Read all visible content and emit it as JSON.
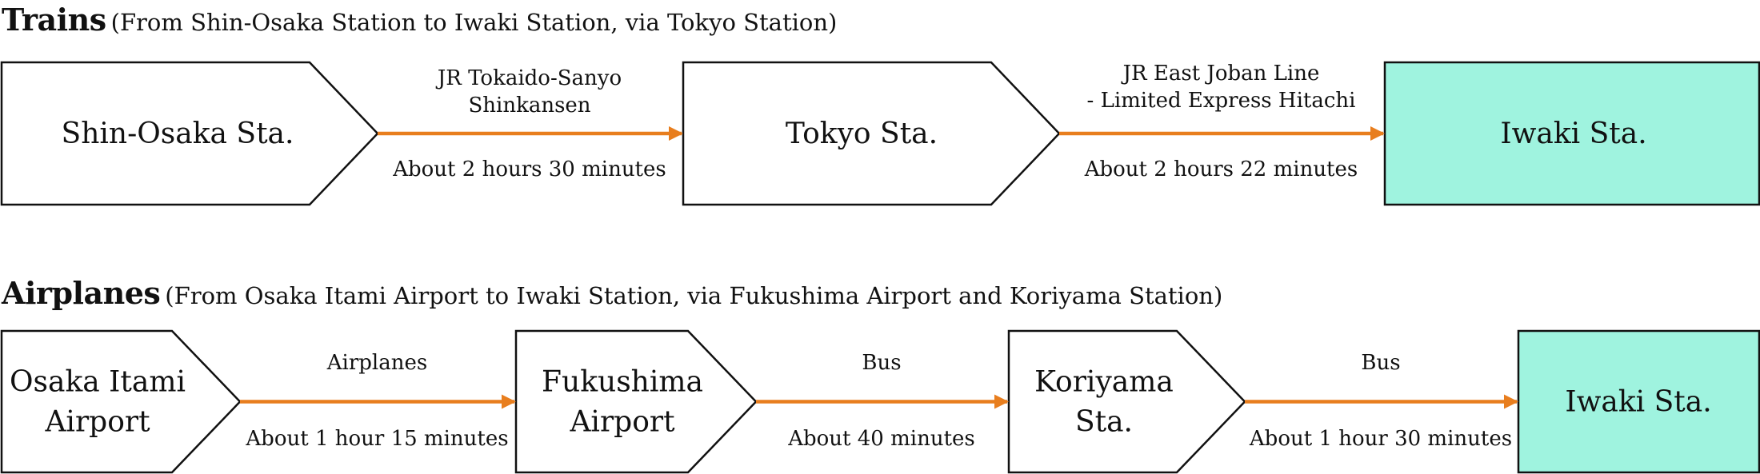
{
  "trains": {
    "heading": "Trains",
    "subheading": "(From Shin-Osaka Station to Iwaki Station, via Tokyo Station)",
    "nodes": [
      {
        "label_lines": [
          "Shin-Osaka Sta."
        ],
        "highlight": false
      },
      {
        "label_lines": [
          "Tokyo Sta."
        ],
        "highlight": false
      },
      {
        "label_lines": [
          "Iwaki Sta."
        ],
        "highlight": true
      }
    ],
    "edges": [
      {
        "route_lines": [
          "JR Tokaido-Sanyo",
          "Shinkansen"
        ],
        "duration": "About 2 hours 30 minutes"
      },
      {
        "route_lines": [
          "JR East Joban Line",
          "- Limited Express Hitachi"
        ],
        "duration": "About 2 hours 22 minutes"
      }
    ]
  },
  "airplanes": {
    "heading": "Airplanes",
    "subheading": "(From Osaka Itami Airport to Iwaki Station, via Fukushima Airport and Koriyama Station)",
    "nodes": [
      {
        "label_lines": [
          "Osaka Itami",
          "Airport"
        ],
        "highlight": false
      },
      {
        "label_lines": [
          "Fukushima",
          "Airport"
        ],
        "highlight": false
      },
      {
        "label_lines": [
          "Koriyama",
          "Sta."
        ],
        "highlight": false
      },
      {
        "label_lines": [
          "Iwaki Sta."
        ],
        "highlight": true
      }
    ],
    "edges": [
      {
        "route_lines": [
          "Airplanes"
        ],
        "duration": "About 1 hour 15 minutes"
      },
      {
        "route_lines": [
          "Bus"
        ],
        "duration": "About 40 minutes"
      },
      {
        "route_lines": [
          "Bus"
        ],
        "duration": "About 1 hour 30 minutes"
      }
    ]
  },
  "colors": {
    "arrow": "#e87e1e",
    "destination_fill": "#9ff3df",
    "box_fill": "#ffffff",
    "stroke": "#111111"
  }
}
